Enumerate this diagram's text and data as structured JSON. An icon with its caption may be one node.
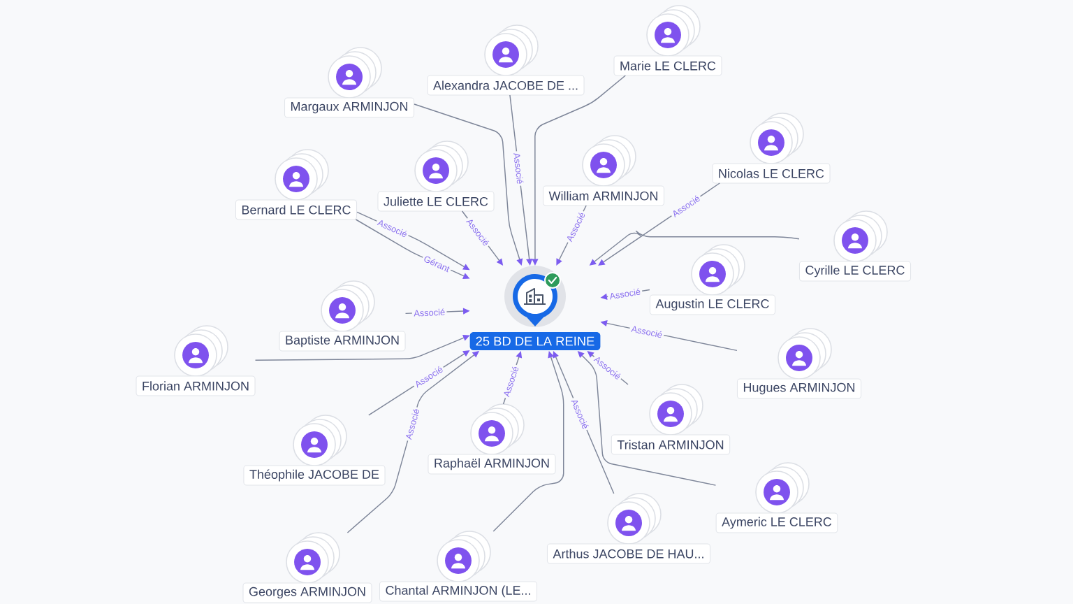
{
  "diagram": {
    "nodes": [
      {
        "text": [
          "25 BD DE LA REINE"
        ]
      },
      {
        "text": [
          "Marie LE CLERC"
        ]
      },
      {
        "text": [
          "Alexandra JACOBE DE ..."
        ]
      },
      {
        "text": [
          "Margaux ARMINJON"
        ]
      },
      {
        "text": [
          "Nicolas LE CLERC"
        ]
      },
      {
        "text": [
          "William ARMINJON"
        ]
      },
      {
        "text": [
          "Juliette LE CLERC"
        ]
      },
      {
        "text": [
          "Bernard LE CLERC"
        ]
      },
      {
        "text": [
          "Cyrille LE CLERC"
        ]
      },
      {
        "text": [
          "Augustin LE CLERC"
        ]
      },
      {
        "text": [
          "Baptiste ARMINJON"
        ]
      },
      {
        "text": [
          "Florian ARMINJON"
        ]
      },
      {
        "text": [
          "Hugues ARMINJON"
        ]
      },
      {
        "text": [
          "Tristan ARMINJON"
        ]
      },
      {
        "text": [
          "Théophile JACOBE DE"
        ]
      },
      {
        "text": [
          "Raphaël ARMINJON"
        ]
      },
      {
        "text": [
          "Aymeric LE CLERC"
        ]
      },
      {
        "text": [
          "Arthus JACOBE DE HAU..."
        ]
      },
      {
        "text": [
          "Georges ARMINJON"
        ]
      },
      {
        "text": [
          "Chantal ARMINJON (LE..."
        ]
      }
    ],
    "edges": [
      {
        "from": 1,
        "to": 0,
        "arrow": "to"
      },
      {
        "from": 2,
        "to": 0,
        "arrow": "to",
        "label": "Associé"
      },
      {
        "from": 3,
        "to": 0,
        "arrow": "to"
      },
      {
        "from": 4,
        "to": 0,
        "arrow": "to",
        "label": "Associé"
      },
      {
        "from": 5,
        "to": 0,
        "arrow": "to",
        "label": "Associé"
      },
      {
        "from": 6,
        "to": 0,
        "arrow": "to",
        "label": "Associé"
      },
      {
        "from": 7,
        "to": 0,
        "arrow": "to",
        "label": "Gérant"
      },
      {
        "from": 7,
        "to": 0,
        "arrow": "to",
        "label": "Associé"
      },
      {
        "from": 8,
        "to": 0,
        "arrow": "to"
      },
      {
        "from": 9,
        "to": 0,
        "arrow": "to",
        "label": "Associé"
      },
      {
        "from": 10,
        "to": 0,
        "arrow": "to",
        "label": "Associé"
      },
      {
        "from": 11,
        "to": 0,
        "arrow": "to"
      },
      {
        "from": 12,
        "to": 0,
        "arrow": "to",
        "label": "Associé"
      },
      {
        "from": 13,
        "to": 0,
        "arrow": "to",
        "label": "Associé"
      },
      {
        "from": 14,
        "to": 0,
        "arrow": "to",
        "label": "Associé"
      },
      {
        "from": 15,
        "to": 0,
        "arrow": "to",
        "label": "Associé"
      },
      {
        "from": 16,
        "to": 0,
        "arrow": "to"
      },
      {
        "from": 17,
        "to": 0,
        "arrow": "to",
        "label": "Associé"
      },
      {
        "from": 18,
        "to": 0,
        "arrow": "to",
        "label": "Associé"
      },
      {
        "from": 19,
        "to": 0,
        "arrow": "to"
      }
    ]
  }
}
